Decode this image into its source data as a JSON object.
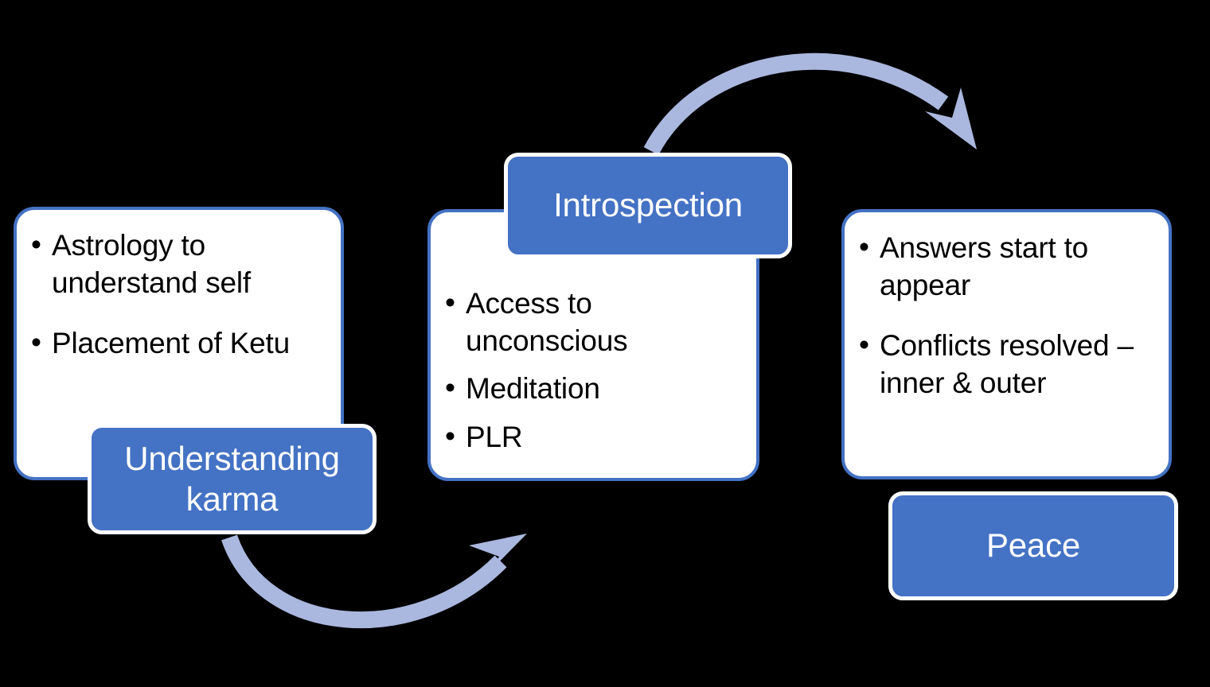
{
  "diagram": {
    "title": "Understanding karma to Peace flow",
    "background_color": "#000000",
    "accent_color": "#4472C4",
    "arrow_color": "#AAB7DE",
    "card_border_color": "#4472C4",
    "card_fill_color": "#FFFFFF",
    "chip_text_color": "#FFFFFF",
    "body_text_color": "#000000"
  },
  "stages": [
    {
      "id": "stage-1",
      "chip_label": "Understanding karma",
      "bullets": [
        "Astrology to understand self",
        "Placement of Ketu"
      ]
    },
    {
      "id": "stage-2",
      "chip_label": "Introspection",
      "bullets": [
        "Access to unconscious",
        "Meditation",
        "PLR"
      ]
    },
    {
      "id": "stage-3",
      "chip_label": "Peace",
      "bullets": [
        "Answers start to appear",
        "Conflicts resolved – inner & outer"
      ]
    }
  ],
  "connectors": [
    {
      "id": "connector-1",
      "from": "Understanding karma",
      "to": "Introspection",
      "shape": "curved-arrow-down",
      "color": "#AAB7DE"
    },
    {
      "id": "connector-2",
      "from": "Introspection",
      "to": "Peace",
      "shape": "curved-arrow-up",
      "color": "#AAB7DE"
    }
  ]
}
